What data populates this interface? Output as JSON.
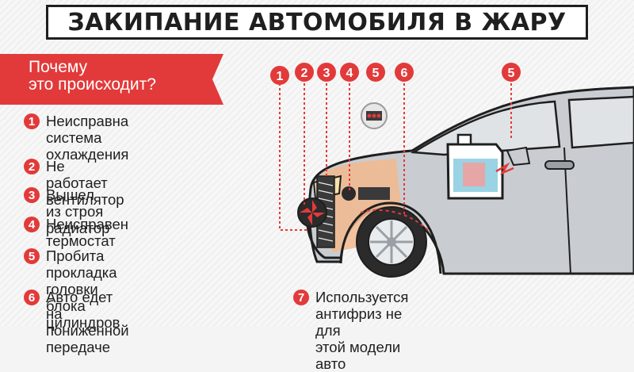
{
  "title": "ЗАКИПАНИЕ АВТОМОБИЛЯ В ЖАРУ",
  "why": {
    "line1": "Почему",
    "line2": "это происходит?"
  },
  "colors": {
    "accent": "#e23a3a",
    "car_body": "#c9cdd2",
    "engine": "#f2b98f",
    "dark": "#1f1f1f"
  },
  "items": [
    {
      "num": "1",
      "lines": [
        "Неисправна система",
        "охлаждения"
      ]
    },
    {
      "num": "2",
      "lines": [
        "Не работает вентилятор"
      ]
    },
    {
      "num": "3",
      "lines": [
        "Вышел из строя радиатор"
      ]
    },
    {
      "num": "4",
      "lines": [
        "Неисправен термостат"
      ]
    },
    {
      "num": "5",
      "lines": [
        "Пробита прокладка",
        "головки блока цилиндров"
      ]
    },
    {
      "num": "6",
      "lines": [
        "Авто едет на пониженной",
        "передаче"
      ]
    },
    {
      "num": "7",
      "lines": [
        "Используется антифриз не для",
        "этой модели авто"
      ]
    }
  ],
  "markers": [
    "1",
    "2",
    "3",
    "4",
    "5",
    "6",
    "5"
  ]
}
